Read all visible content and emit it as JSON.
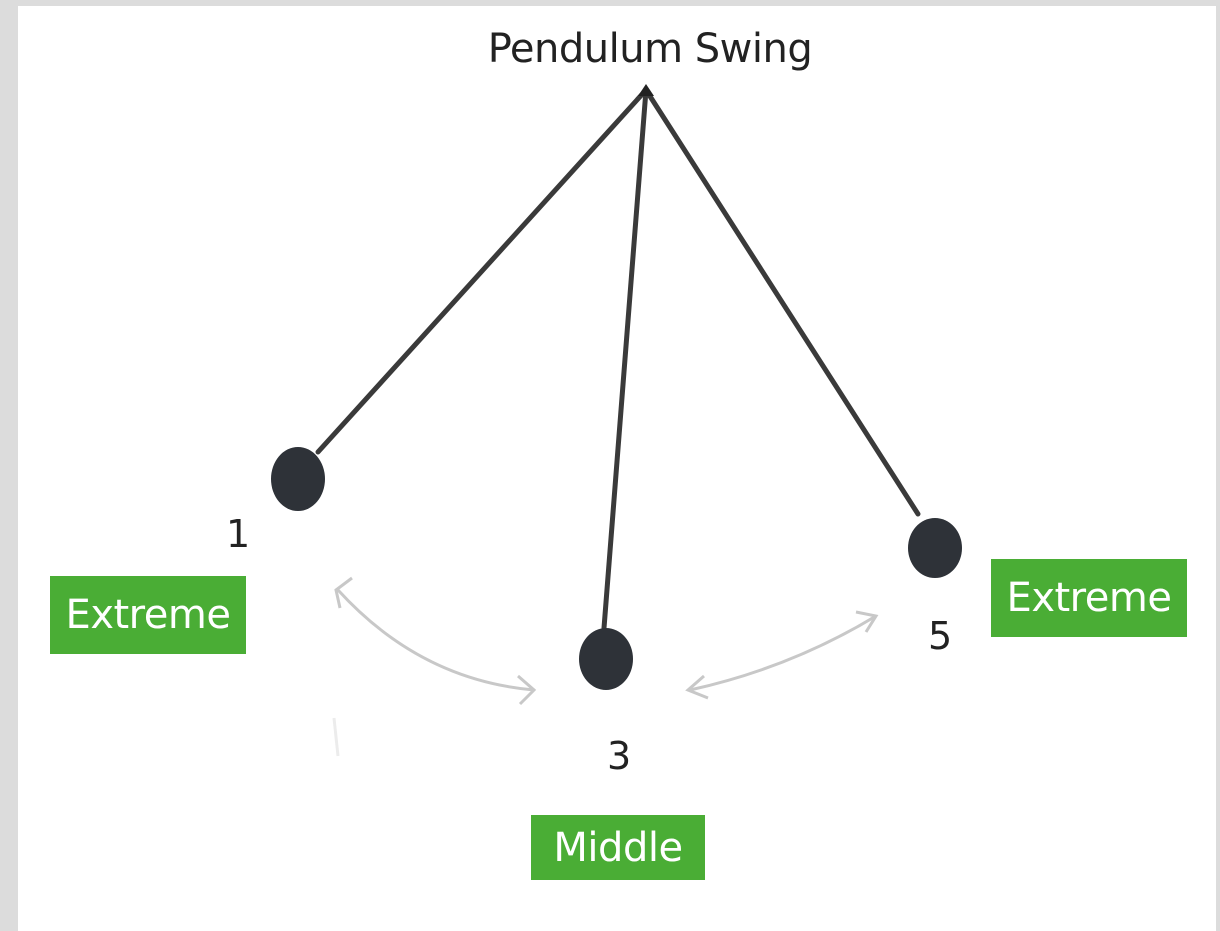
{
  "title": "Pendulum Swing",
  "positions": [
    {
      "number": "1",
      "label": "Extreme"
    },
    {
      "number": "3",
      "label": "Middle"
    },
    {
      "number": "5",
      "label": "Extreme"
    }
  ],
  "colors": {
    "label_bg": "#4aad35",
    "bob": "#2e3238",
    "string": "#3a3a3a",
    "arrow": "#c8c8c8",
    "page_border": "#dcdcdc"
  }
}
